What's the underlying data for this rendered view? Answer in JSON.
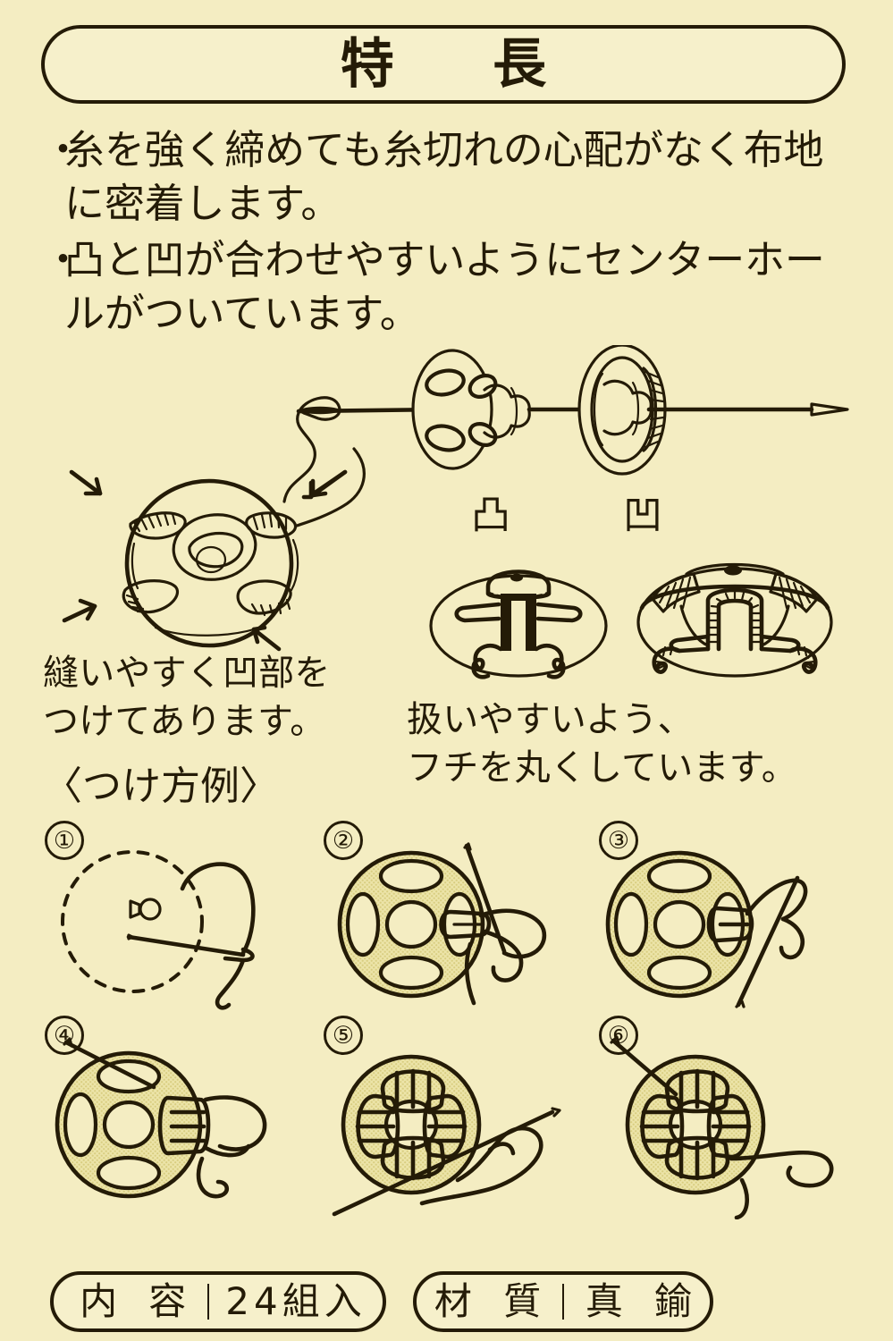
{
  "page": {
    "background_color": "#f4edc2",
    "ink_color": "#241b07"
  },
  "header": {
    "title": "特　長"
  },
  "features": {
    "bullet": "・",
    "items": [
      "糸を強く締めても糸切れの心配がなく布地に密着します。",
      "凸と凹が合わせやすいようにセンターホールがついています。"
    ]
  },
  "diagram_needle": {
    "label_convex": "凸",
    "label_concave": "凹"
  },
  "captions": {
    "left": "縫いやすく凹部を\nつけてあります。",
    "right": "扱いやすいよう、\nフチを丸くしています。"
  },
  "howto": {
    "heading": "〈つけ方例〉",
    "steps": [
      {
        "number": "①",
        "name": "mark-position"
      },
      {
        "number": "②",
        "name": "first-stitch"
      },
      {
        "number": "③",
        "name": "loop-stitch"
      },
      {
        "number": "④",
        "name": "complete-first-hole"
      },
      {
        "number": "⑤",
        "name": "all-holes-stitched"
      },
      {
        "number": "⑥",
        "name": "finish-off"
      }
    ]
  },
  "specs": [
    {
      "key": "内 容",
      "value": "24組入",
      "name": "contents"
    },
    {
      "key": "材 質",
      "value": "真 鍮",
      "name": "material"
    }
  ]
}
